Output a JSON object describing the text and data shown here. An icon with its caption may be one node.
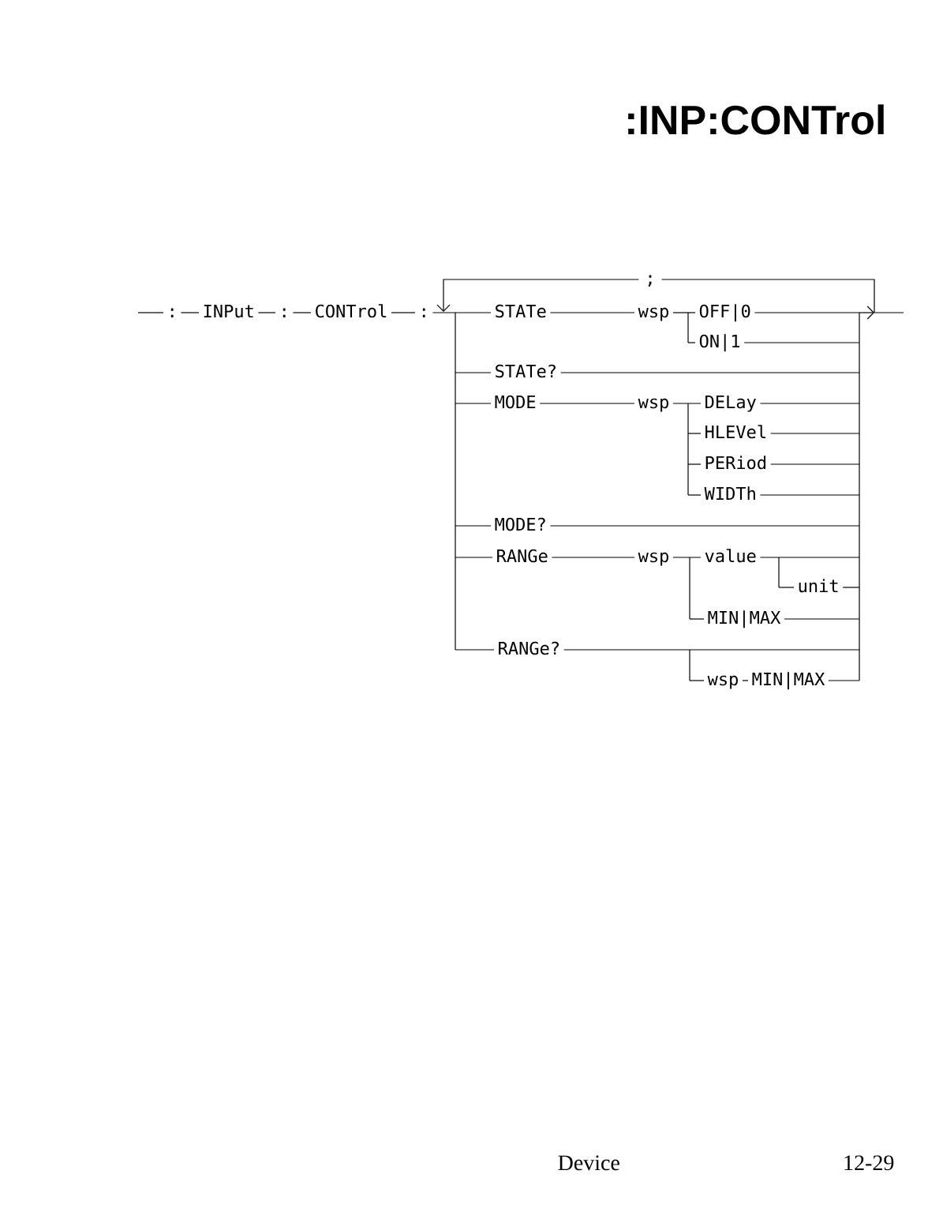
{
  "diagram": {
    "title": ":INP:CONTrol",
    "nodes": [
      {
        "text": [
          ":"
        ]
      },
      {
        "text": [
          "INPut"
        ]
      },
      {
        "text": [
          ":"
        ]
      },
      {
        "text": [
          "CONTrol"
        ]
      },
      {
        "text": [
          ":"
        ]
      },
      {
        "text": [
          "STATe"
        ]
      },
      {
        "text": [
          "wsp"
        ]
      },
      {
        "text": [
          "OFF|0"
        ]
      },
      {
        "text": [
          "ON|1"
        ]
      },
      {
        "text": [
          "STATe?"
        ]
      },
      {
        "text": [
          "MODE"
        ]
      },
      {
        "text": [
          "wsp"
        ]
      },
      {
        "text": [
          "DELay"
        ]
      },
      {
        "text": [
          "HLEVel"
        ]
      },
      {
        "text": [
          "PERiod"
        ]
      },
      {
        "text": [
          "WIDTh"
        ]
      },
      {
        "text": [
          "MODE?"
        ]
      },
      {
        "text": [
          "RANGe"
        ]
      },
      {
        "text": [
          "wsp"
        ]
      },
      {
        "text": [
          "value"
        ]
      },
      {
        "text": [
          "unit"
        ]
      },
      {
        "text": [
          "MIN|MAX"
        ]
      },
      {
        "text": [
          "RANGe?"
        ]
      },
      {
        "text": [
          "wsp"
        ]
      },
      {
        "text": [
          "MIN|MAX"
        ]
      },
      {
        "text": [
          ";"
        ]
      }
    ],
    "edges": [
      {
        "from": null,
        "to": 0,
        "arrow": "none"
      },
      {
        "from": 0,
        "to": 1,
        "arrow": "none"
      },
      {
        "from": 1,
        "to": 2,
        "arrow": "none"
      },
      {
        "from": 2,
        "to": 3,
        "arrow": "none"
      },
      {
        "from": 3,
        "to": 4,
        "arrow": "none"
      },
      {
        "from": 4,
        "to": 5,
        "arrow": "none"
      },
      {
        "from": 4,
        "to": 9,
        "arrow": "none"
      },
      {
        "from": 4,
        "to": 10,
        "arrow": "none"
      },
      {
        "from": 4,
        "to": 16,
        "arrow": "none"
      },
      {
        "from": 4,
        "to": 17,
        "arrow": "none"
      },
      {
        "from": 4,
        "to": 22,
        "arrow": "none"
      },
      {
        "from": 5,
        "to": 6,
        "arrow": "none"
      },
      {
        "from": 6,
        "to": 7,
        "arrow": "none"
      },
      {
        "from": 6,
        "to": 8,
        "arrow": "none"
      },
      {
        "from": 10,
        "to": 11,
        "arrow": "none"
      },
      {
        "from": 11,
        "to": 12,
        "arrow": "none"
      },
      {
        "from": 11,
        "to": 13,
        "arrow": "none"
      },
      {
        "from": 11,
        "to": 14,
        "arrow": "none"
      },
      {
        "from": 11,
        "to": 15,
        "arrow": "none"
      },
      {
        "from": 17,
        "to": 18,
        "arrow": "none"
      },
      {
        "from": 18,
        "to": 19,
        "arrow": "none"
      },
      {
        "from": 18,
        "to": 21,
        "arrow": "none"
      },
      {
        "from": 19,
        "to": 20,
        "arrow": "none"
      },
      {
        "from": 22,
        "to": 23,
        "arrow": "none"
      },
      {
        "from": 23,
        "to": 24,
        "arrow": "none"
      },
      {
        "from": 7,
        "to": null,
        "arrow": "to"
      },
      {
        "from": 8,
        "to": null,
        "arrow": "to"
      },
      {
        "from": 9,
        "to": null,
        "arrow": "to"
      },
      {
        "from": 12,
        "to": null,
        "arrow": "to"
      },
      {
        "from": 13,
        "to": null,
        "arrow": "to"
      },
      {
        "from": 14,
        "to": null,
        "arrow": "to"
      },
      {
        "from": 15,
        "to": null,
        "arrow": "to"
      },
      {
        "from": 16,
        "to": null,
        "arrow": "to"
      },
      {
        "from": 19,
        "to": null,
        "arrow": "to"
      },
      {
        "from": 20,
        "to": null,
        "arrow": "to"
      },
      {
        "from": 21,
        "to": null,
        "arrow": "to"
      },
      {
        "from": 22,
        "to": null,
        "arrow": "to"
      },
      {
        "from": 24,
        "to": null,
        "arrow": "to"
      },
      {
        "from": 7,
        "to": 25,
        "arrow": "none"
      },
      {
        "from": 8,
        "to": 25,
        "arrow": "none"
      },
      {
        "from": 9,
        "to": 25,
        "arrow": "none"
      },
      {
        "from": 12,
        "to": 25,
        "arrow": "none"
      },
      {
        "from": 13,
        "to": 25,
        "arrow": "none"
      },
      {
        "from": 14,
        "to": 25,
        "arrow": "none"
      },
      {
        "from": 15,
        "to": 25,
        "arrow": "none"
      },
      {
        "from": 16,
        "to": 25,
        "arrow": "none"
      },
      {
        "from": 19,
        "to": 25,
        "arrow": "none"
      },
      {
        "from": 20,
        "to": 25,
        "arrow": "none"
      },
      {
        "from": 21,
        "to": 25,
        "arrow": "none"
      },
      {
        "from": 22,
        "to": 25,
        "arrow": "none"
      },
      {
        "from": 24,
        "to": 25,
        "arrow": "none"
      },
      {
        "from": 25,
        "to": 4,
        "arrow": "to"
      }
    ],
    "labels": [
      "Device",
      "12-29"
    ]
  }
}
